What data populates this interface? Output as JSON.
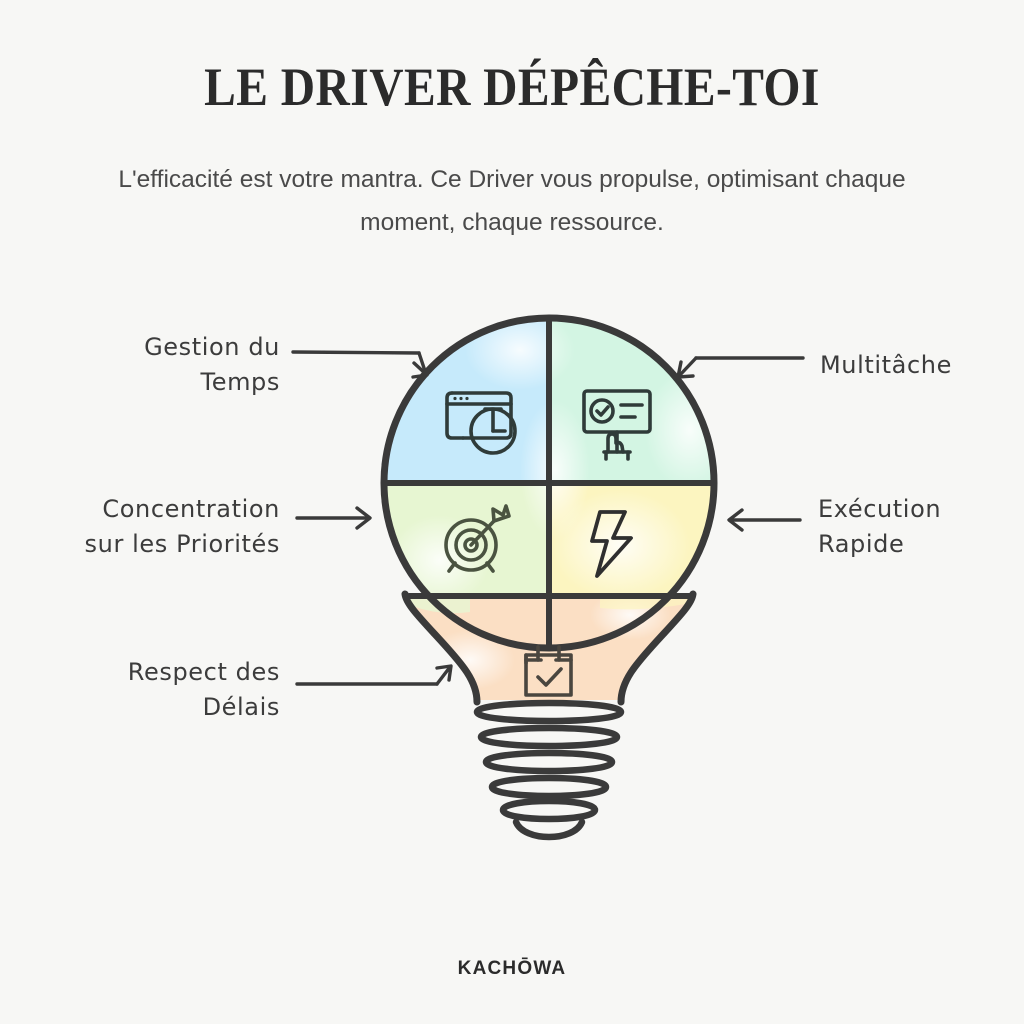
{
  "header": {
    "title": "LE DRIVER DÉPÊCHE-TOI",
    "subtitle": "L'efficacité est votre mantra. Ce Driver vous propulse, optimisant chaque moment, chaque ressource."
  },
  "brand": {
    "name": "KACHŌWA"
  },
  "diagram": {
    "type": "lightbulb-quadrant",
    "labels": [
      {
        "id": "gestion",
        "text": "Gestion du\nTemps",
        "side": "left",
        "arrow": "elbow-down-right"
      },
      {
        "id": "concentration",
        "text": "Concentration\nsur les Priorités",
        "side": "left",
        "arrow": "straight-right"
      },
      {
        "id": "respect",
        "text": "Respect des\nDélais",
        "side": "left",
        "arrow": "elbow-up-right"
      },
      {
        "id": "multitache",
        "text": "Multitâche",
        "side": "right",
        "arrow": "elbow-down-left"
      },
      {
        "id": "execution",
        "text": "Exécution\nRapide",
        "side": "right",
        "arrow": "straight-left"
      }
    ],
    "quadrants": [
      {
        "id": "top-left",
        "color": "#c6eafb",
        "icon": "browser-clock-icon"
      },
      {
        "id": "top-right",
        "color": "#d3f5e3",
        "icon": "presentation-board-check-icon"
      },
      {
        "id": "bottom-left",
        "color": "#e7f6d2",
        "icon": "target-dart-icon"
      },
      {
        "id": "bottom-right",
        "color": "#fcf5c0",
        "icon": "lightning-bolt-icon"
      }
    ],
    "neck": {
      "color": "#fbdfc4",
      "icon": "calendar-check-icon"
    },
    "base": {
      "color": "#f7f7f5",
      "ridges": 5
    }
  },
  "colors": {
    "background": "#f7f7f5",
    "ink": "#3c3c3c",
    "title": "#2b2b2b",
    "subtitle": "#4a4a4a",
    "outline": "#3a3a3a",
    "quad_blue": "#c6eafb",
    "quad_mint": "#d3f5e3",
    "quad_green": "#e7f6d2",
    "quad_yellow": "#fcf5c0",
    "neck_peach": "#fbdfc4"
  }
}
